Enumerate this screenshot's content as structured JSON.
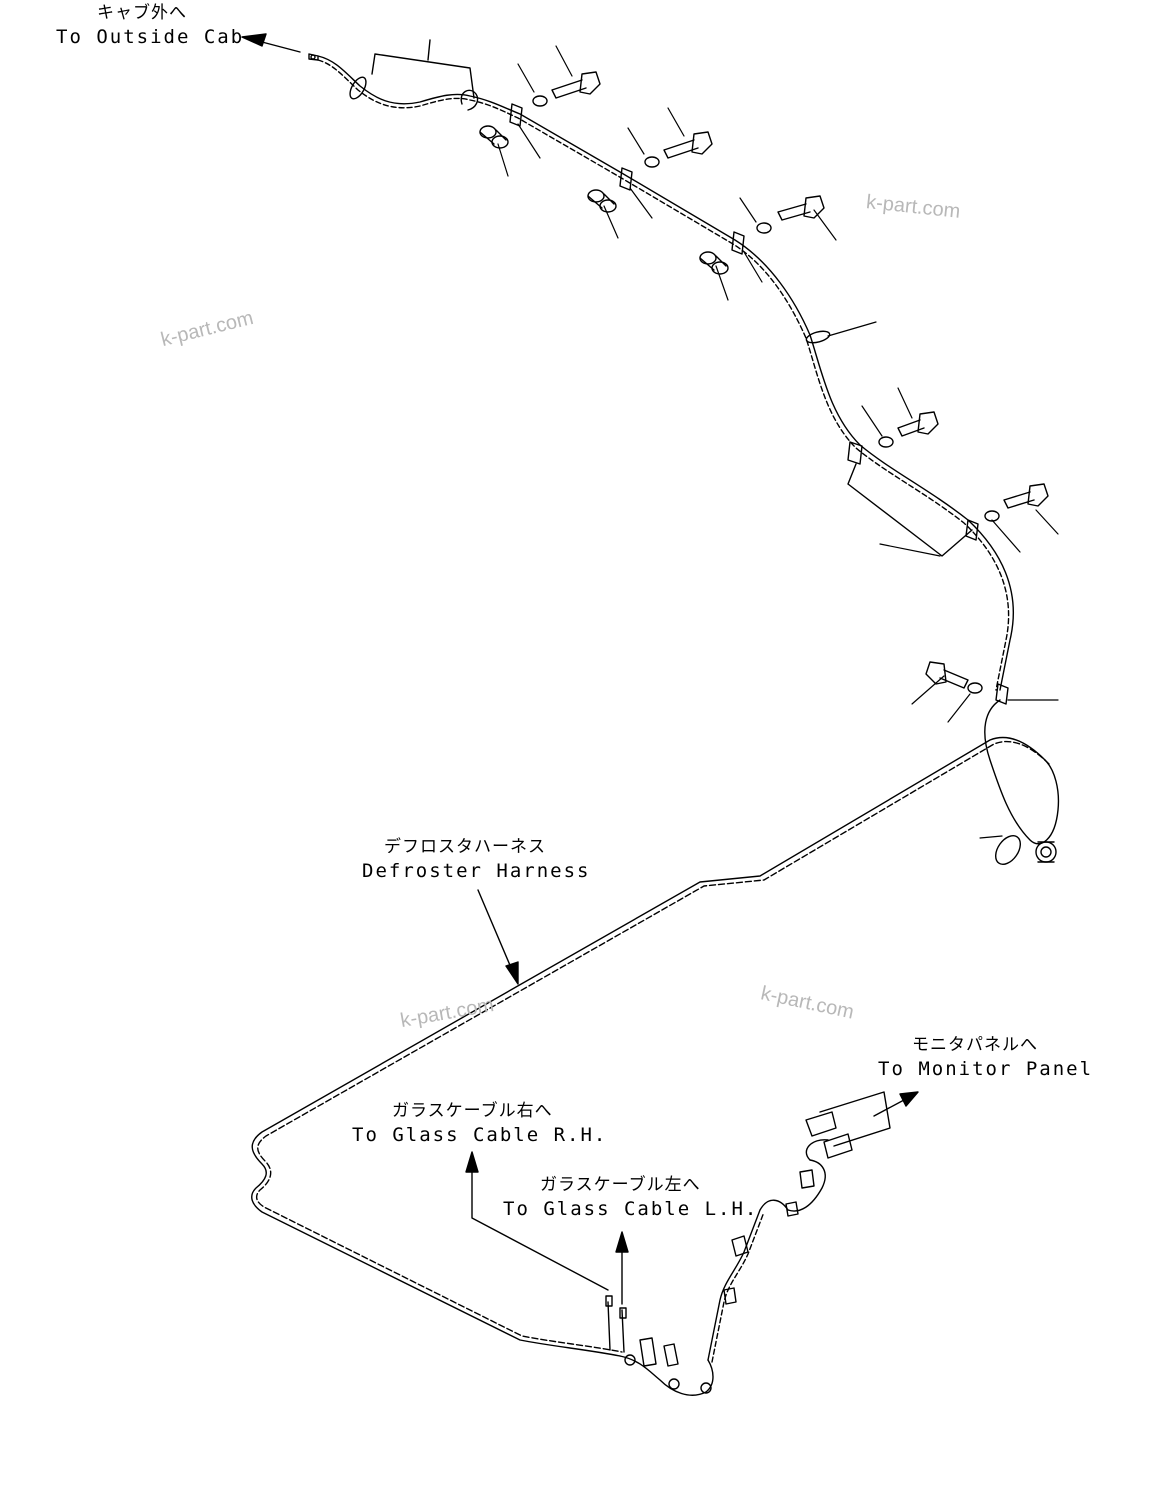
{
  "labels": {
    "outside_cab": {
      "jp": "キャブ外へ",
      "en": "To Outside Cab"
    },
    "defroster_harness": {
      "jp": "デフロスタハーネス",
      "en": "Defroster Harness"
    },
    "glass_cable_rh": {
      "jp": "ガラスケーブル右へ",
      "en": "To Glass Cable R.H."
    },
    "glass_cable_lh": {
      "jp": "ガラスケーブル左へ",
      "en": "To Glass Cable L.H."
    },
    "monitor_panel": {
      "jp": "モニタパネルへ",
      "en": "To Monitor Panel"
    }
  },
  "watermarks": [
    "k-part.com",
    "k-part.com",
    "k-part.com",
    "k-part.com"
  ]
}
